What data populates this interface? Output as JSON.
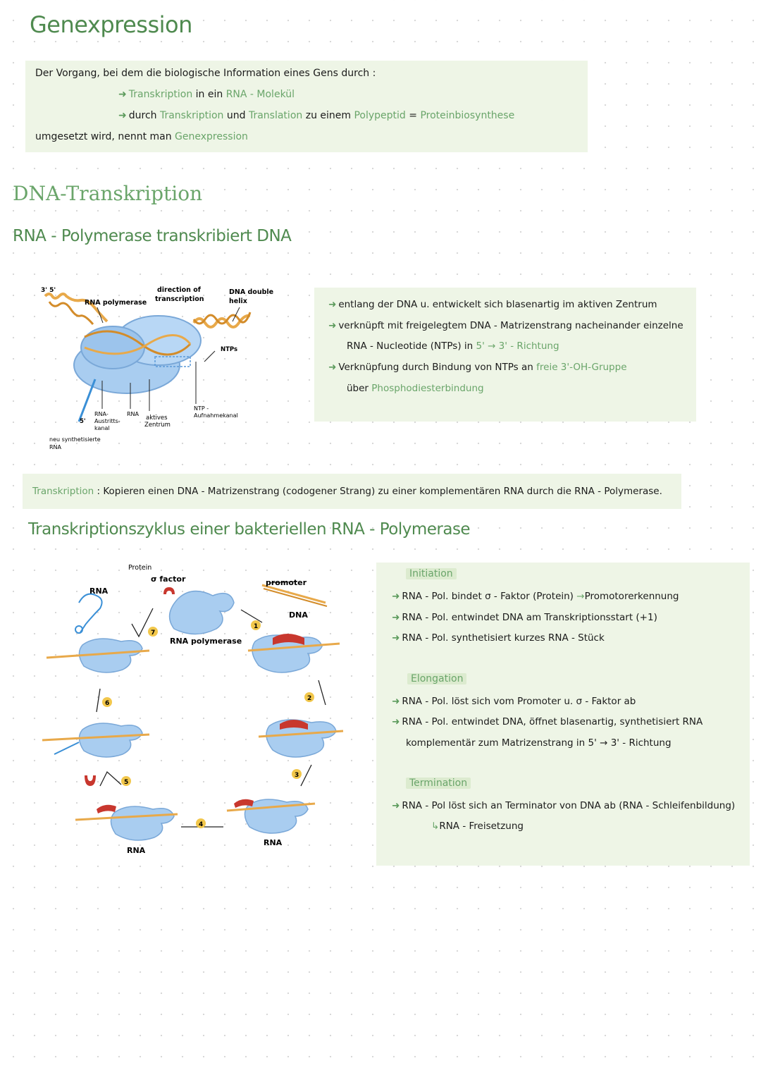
{
  "title": "Genexpression",
  "intro": {
    "line1": "Der Vorgang, bei dem die biologische Information eines Gens durch :",
    "line2_term": "Transkription",
    "line2_text": " in ein ",
    "line2_term2": "RNA - Molekül",
    "line3_text1": "durch ",
    "line3_term1": "Transkription",
    "line3_text2": " und ",
    "line3_term2": "Translation",
    "line3_text3": " zu einem ",
    "line3_term3": "Polypeptid",
    "line3_text4": " = ",
    "line3_term4": "Proteinbiosynthese",
    "line4_text": "umgesetzt wird, nennt man ",
    "line4_term": "Genexpression"
  },
  "section_title": "DNA-Transkription",
  "subsection1": "RNA - Polymerase transkribiert DNA",
  "diagram1": {
    "label_35": "3' 5'",
    "label_rnapol": "RNA polymerase",
    "label_direction1": "direction of",
    "label_direction2": "transcription",
    "label_dnadouble1": "DNA double",
    "label_dnadouble2": "helix",
    "label_ntps": "NTPs",
    "label_5prime": "5'",
    "label_rnaaus1": "RNA-",
    "label_rnaaus2": "Austritts-",
    "label_rnaaus3": "kanal",
    "label_rna": "RNA",
    "label_aktiv1": "aktives",
    "label_aktiv2": "Zentrum",
    "label_ntpauf1": "NTP -",
    "label_ntpauf2": "Aufnahmekanal",
    "label_neu1": "neu synthetisierte",
    "label_neu2": "RNA"
  },
  "notes1": {
    "n1": "entlang der DNA u. entwickelt sich blasenartig im aktiven Zentrum",
    "n2": "verknüpft mit freigelegtem DNA - Matrizenstrang nacheinander einzelne",
    "n3a": "RNA - Nucleotide (NTPs) in ",
    "n3b": "5' → 3' - Richtung",
    "n4a": "Verknüpfung durch Bindung von NTPs an ",
    "n4b": "freie 3'-OH-Gruppe",
    "n5a": "über ",
    "n5b": "Phosphodiesterbindung"
  },
  "definition": {
    "term": "Transkription",
    "text": " : Kopieren einen DNA - Matrizenstrang (codogener Strang) zu einer komplementären RNA durch die RNA - Polymerase."
  },
  "subsection2": "Transkriptionszyklus einer bakteriellen RNA - Polymerase",
  "diagram2": {
    "label_protein": "Protein",
    "label_sigma": "σ factor",
    "label_rna_top": "RNA",
    "label_promoter": "promoter",
    "label_dna": "DNA",
    "label_rnapol": "RNA polymerase",
    "label_rna_bottom1": "RNA",
    "label_rna_bottom2": "RNA",
    "steps": [
      "1",
      "2",
      "3",
      "4",
      "5",
      "6",
      "7"
    ]
  },
  "cycle_notes": {
    "initiation": "Initiation",
    "i1a": "RNA - Pol. bindet σ - Faktor (Protein) ",
    "i1b": "Promotorerkennung",
    "i2": "RNA - Pol. entwindet DNA am Transkriptionsstart (+1)",
    "i3": "RNA - Pol. synthetisiert kurzes RNA - Stück",
    "elongation": "Elongation",
    "e1": "RNA - Pol. löst sich vom Promoter u. σ - Faktor ab",
    "e2": "RNA - Pol. entwindet DNA, öffnet blasenartig, synthetisiert RNA",
    "e3": "komplementär zum Matrizenstrang in 5' → 3' - Richtung",
    "termination": "Termination",
    "t1": "RNA - Pol löst sich an Terminator von DNA ab (RNA - Schleifenbildung)",
    "t2": "RNA - Freisetzung"
  },
  "colors": {
    "green_text": "#6aa56a",
    "box_bg": "#eef5e6",
    "polymerase_blue": "#a9cdf0",
    "dna_orange": "#e8a94a",
    "sigma_red": "#c8372e"
  }
}
